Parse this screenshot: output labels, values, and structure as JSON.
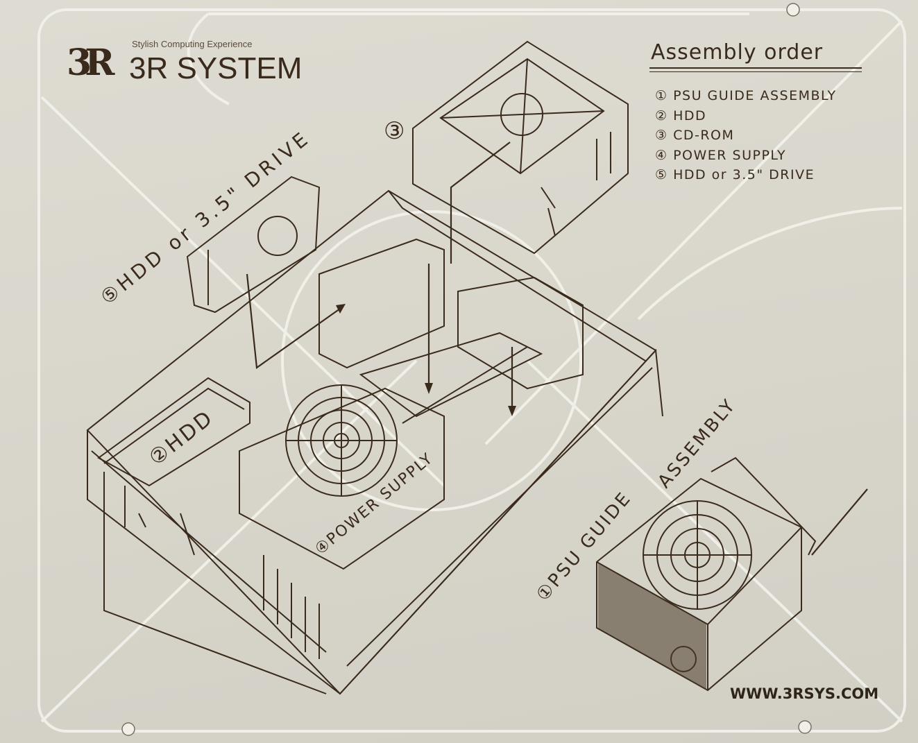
{
  "brand": {
    "tagline": "Stylish Computing Experience",
    "mark": "3R",
    "name": "3R SYSTEM"
  },
  "assembly_order": {
    "title": "Assembly order",
    "steps": [
      "① PSU GUIDE ASSEMBLY",
      "② HDD",
      "③ CD-ROM",
      "④ POWER SUPPLY",
      "⑤ HDD or 3.5\" DRIVE"
    ]
  },
  "callouts": {
    "hdd_drive": "⑤HDD or 3.5\" DRIVE",
    "cdrom": "③",
    "hdd": "②HDD",
    "power_supply": "④POWER SUPPLY",
    "psu_guide_1": "①PSU GUIDE",
    "psu_guide_2": "ASSEMBLY"
  },
  "website": "WWW.3RSYS.COM",
  "colors": {
    "plate": "#d9d7cc",
    "ink": "#3a2a1c",
    "cutout_edge": "#f2f1ea"
  }
}
